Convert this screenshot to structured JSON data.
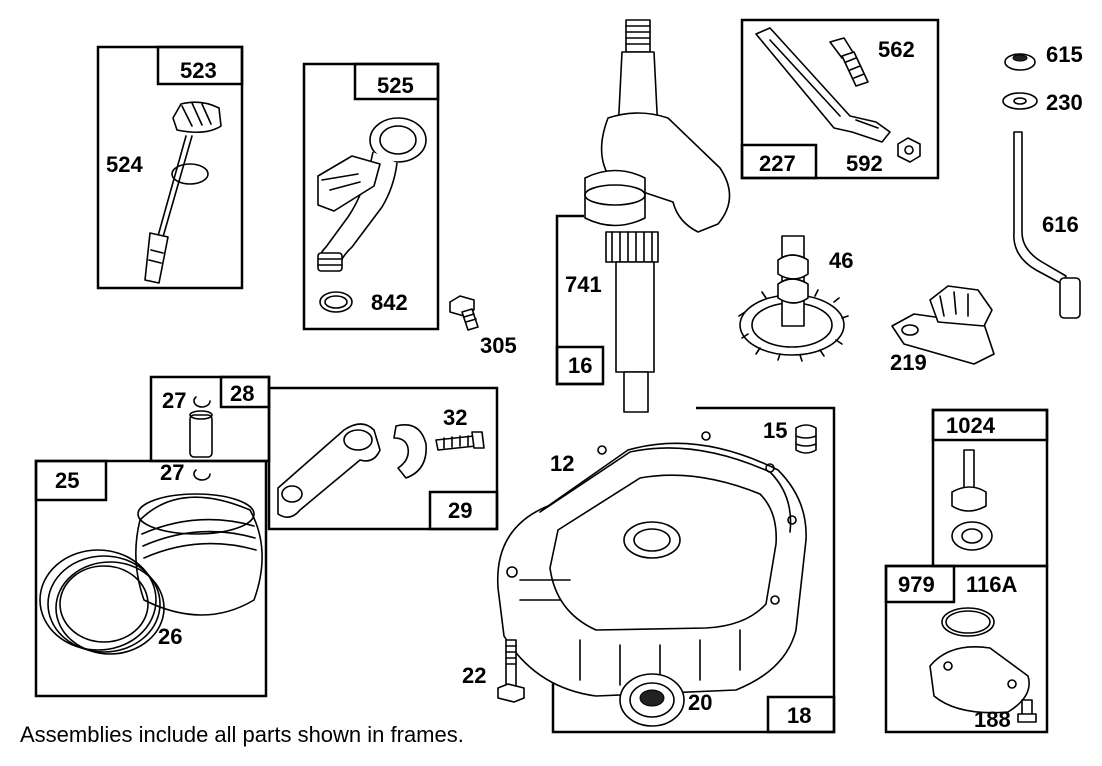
{
  "caption": "Assemblies include all parts shown in frames.",
  "labels": {
    "p523": "523",
    "p524": "524",
    "p525": "525",
    "p842": "842",
    "p305": "305",
    "p741": "741",
    "p16": "16",
    "p562": "562",
    "p227": "227",
    "p592": "592",
    "p615": "615",
    "p230": "230",
    "p616": "616",
    "p46": "46",
    "p219": "219",
    "p27a": "27",
    "p28": "28",
    "p32": "32",
    "p27b": "27",
    "p25": "25",
    "p29": "29",
    "p26": "26",
    "p15": "15",
    "p12": "12",
    "p22": "22",
    "p20": "20",
    "p18": "18",
    "p1024": "1024",
    "p979": "979",
    "p116A": "116A",
    "p188": "188"
  }
}
